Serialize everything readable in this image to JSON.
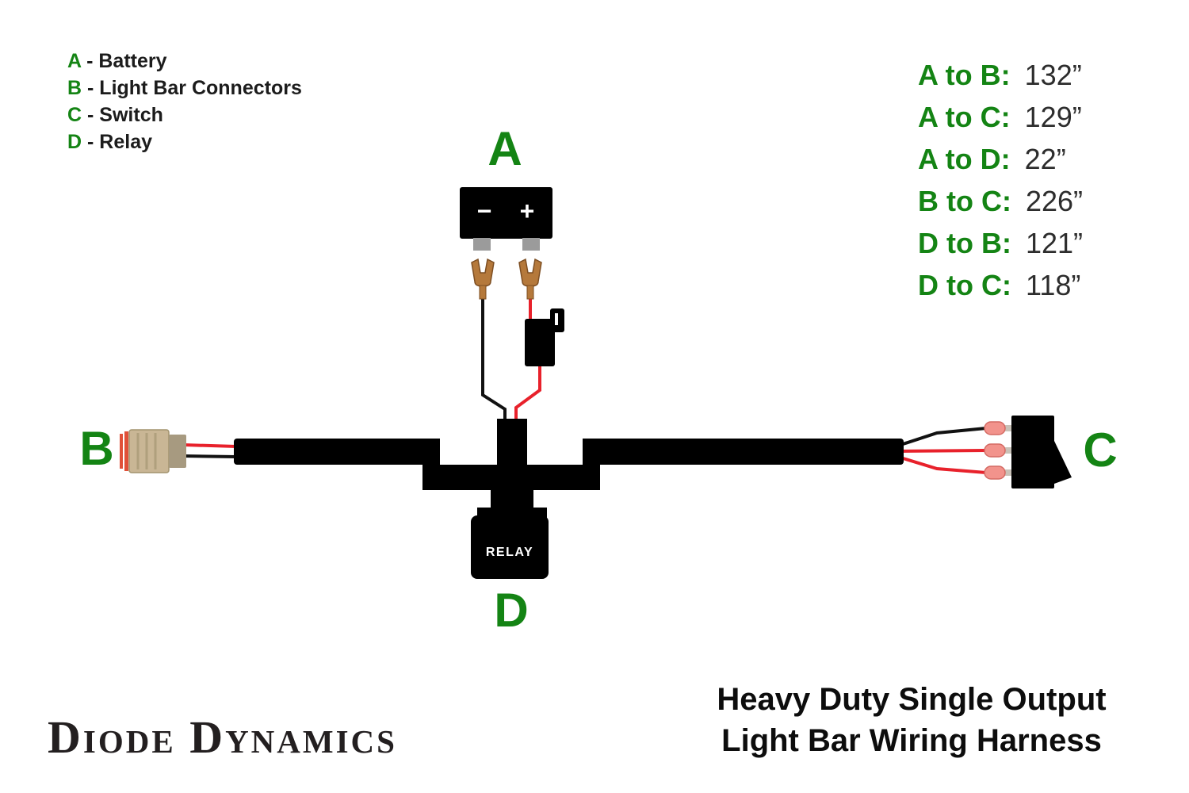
{
  "colors": {
    "green": "#148414",
    "wire_red": "#e8212b",
    "wire_black": "#111111",
    "harness_black": "#000000",
    "copper": "#b5793b",
    "connector_tan": "#c9b695",
    "crimp_pink": "#f2938c",
    "battery_tab_gray": "#9b9b9b"
  },
  "legend": {
    "separator": "-",
    "items": [
      {
        "key": "A",
        "label": "Battery"
      },
      {
        "key": "B",
        "label": "Light Bar Connectors"
      },
      {
        "key": "C",
        "label": "Switch"
      },
      {
        "key": "D",
        "label": "Relay"
      }
    ]
  },
  "measurements": [
    {
      "label": "A to B:",
      "value": "132”"
    },
    {
      "label": "A to C:",
      "value": "129”"
    },
    {
      "label": "A to D:",
      "value": "22”"
    },
    {
      "label": "B to C:",
      "value": "226”"
    },
    {
      "label": "D to B:",
      "value": "121”"
    },
    {
      "label": "D to C:",
      "value": "118”"
    }
  ],
  "diagram": {
    "battery": {
      "label": "A",
      "minus": "−",
      "plus": "+"
    },
    "connector": {
      "label": "B"
    },
    "switch": {
      "label": "C"
    },
    "relay": {
      "label": "D",
      "text": "RELAY"
    }
  },
  "footer": {
    "brand": "Diode Dynamics",
    "title_lines": [
      "Heavy Duty Single Output",
      "Light Bar Wiring Harness"
    ]
  }
}
